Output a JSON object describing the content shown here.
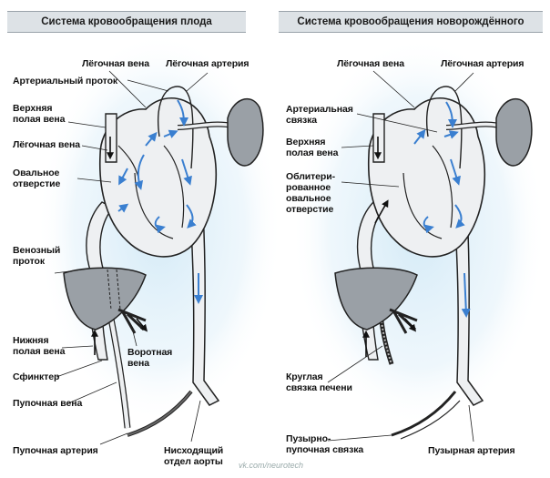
{
  "panels": {
    "fetal": {
      "title": "Система кровообращения плода",
      "labels": {
        "pulmonary_vein_top": "Лёгочная вена",
        "pulmonary_artery": "Лёгочная артерия",
        "ductus_arteriosus": "Артериальный проток",
        "superior_vena_cava": "Верхняя\nполая вена",
        "pulmonary_vein_left": "Лёгочная вена",
        "foramen_ovale": "Овальное\nотверстие",
        "ductus_venosus": "Венозный\nпроток",
        "inferior_vena_cava": "Нижняя\nполая вена",
        "sphincter": "Сфинктер",
        "portal_vein": "Воротная\nвена",
        "umbilical_vein": "Пупочная вена",
        "umbilical_artery": "Пупочная артерия",
        "descending_aorta": "Нисходящий\nотдел аорты"
      }
    },
    "newborn": {
      "title": "Система кровообращения новорождённого",
      "labels": {
        "pulmonary_vein": "Лёгочная вена",
        "pulmonary_artery": "Лёгочная артерия",
        "ligamentum_arteriosum": "Артериальная\nсвязка",
        "superior_vena_cava": "Верхняя\nполая вена",
        "obliterated_foramen": "Облитери-\nрованное\nовальное\nотверстие",
        "round_ligament": "Круглая\nсвязка печени",
        "vesico_umbilical_ligament": "Пузырно-\nпупочная связка",
        "vesical_artery": "Пузырная артерия"
      }
    }
  },
  "watermark": "vk.com/neurotech",
  "colors": {
    "flow_arrow": "#3a7fd0",
    "vessel_fill": "#eef0f2",
    "organ_fill": "#9aa0a6",
    "outline": "#222222",
    "title_bg": "#dde2e6",
    "glow": "#d6ecf7"
  }
}
